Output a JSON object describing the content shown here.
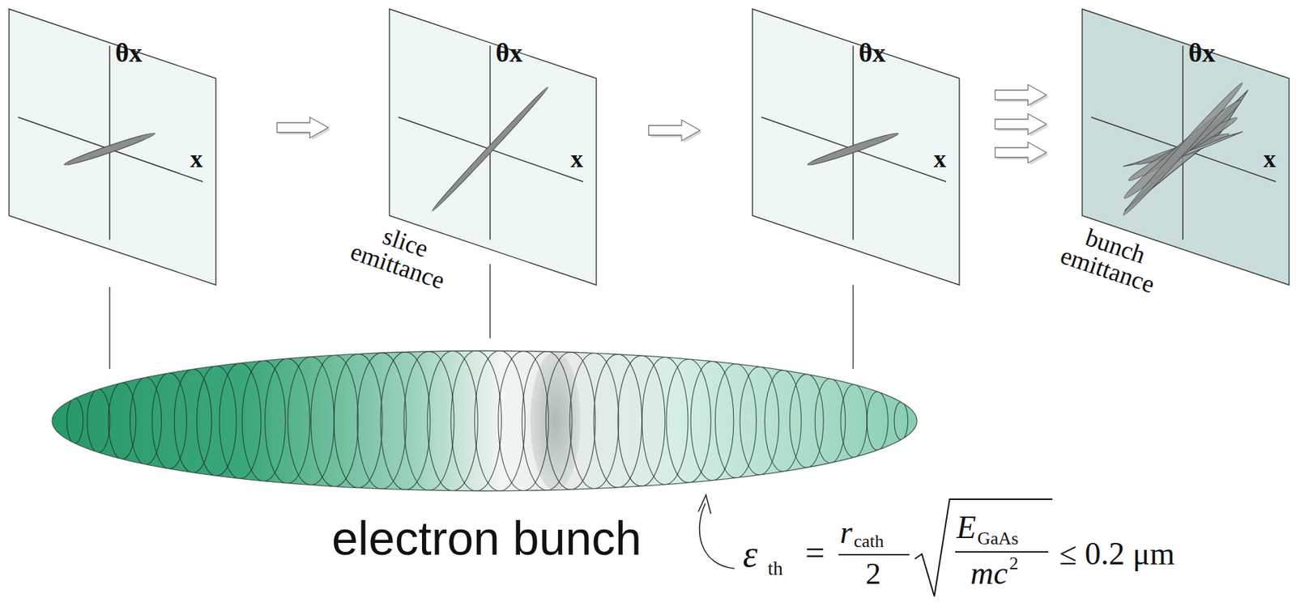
{
  "diagram": {
    "nodes": [
      {
        "text": [
          "θx",
          "x"
        ]
      },
      {
        "text": [
          "θx",
          "x",
          "slice emittance"
        ]
      },
      {
        "text": [
          "θx",
          "x"
        ]
      },
      {
        "text": [
          "θx",
          "x",
          "bunch emittance"
        ]
      }
    ],
    "edges": [
      {
        "from": 0,
        "to": 1,
        "arrow": "to"
      },
      {
        "from": 1,
        "to": 2,
        "arrow": "to"
      },
      {
        "from": 2,
        "to": 3,
        "arrow": "to"
      }
    ],
    "labels": [
      "electron bunch",
      "ε",
      "th",
      "=",
      "r",
      "cath",
      "2",
      "E",
      "GaAs",
      "mc",
      "2",
      "≤ 0.2 μm"
    ]
  }
}
